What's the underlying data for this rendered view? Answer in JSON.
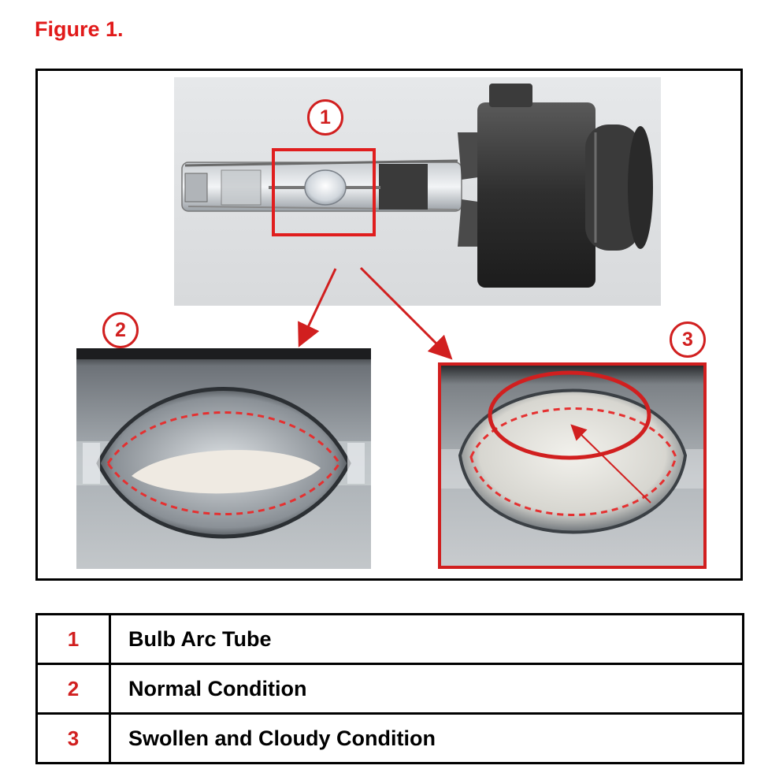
{
  "figure_title": "Figure 1.",
  "callouts": [
    "1",
    "2",
    "3"
  ],
  "legend": [
    {
      "number": "1",
      "label": "Bulb Arc Tube"
    },
    {
      "number": "2",
      "label": "Normal Condition"
    },
    {
      "number": "3",
      "label": "Swollen and Cloudy Condition"
    }
  ],
  "colors": {
    "accent_red": "#d11f1f",
    "title_red": "#e11a1a",
    "border_black": "#000000"
  }
}
